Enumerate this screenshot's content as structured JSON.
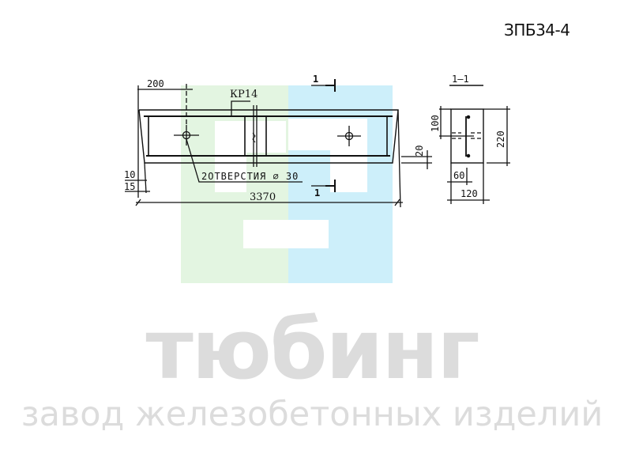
{
  "title": {
    "code": "ЗПБ34-4"
  },
  "drawing": {
    "front_view": {
      "length_label": "3370",
      "edge_offset_label": "200",
      "rebar_label": "КР14",
      "holes_label": "2ОТВЕРСТИЯ  ⌀ 30",
      "section_marker_top": "1",
      "section_marker_bottom": "1",
      "chamfer_top_label": "10",
      "chamfer_bottom_label": "15",
      "right_offset_label": "20"
    },
    "section_view": {
      "title": "1–1",
      "height_label": "220",
      "top_offset_label": "100",
      "width_label": "120",
      "half_width_label": "60"
    }
  },
  "watermark": {
    "brand_name": "тюбинг",
    "tagline": "завод железобетонных изделий",
    "colors": {
      "green": "#e3f5e1",
      "blue": "#cdeffa",
      "text": "#dcdcdc"
    }
  }
}
